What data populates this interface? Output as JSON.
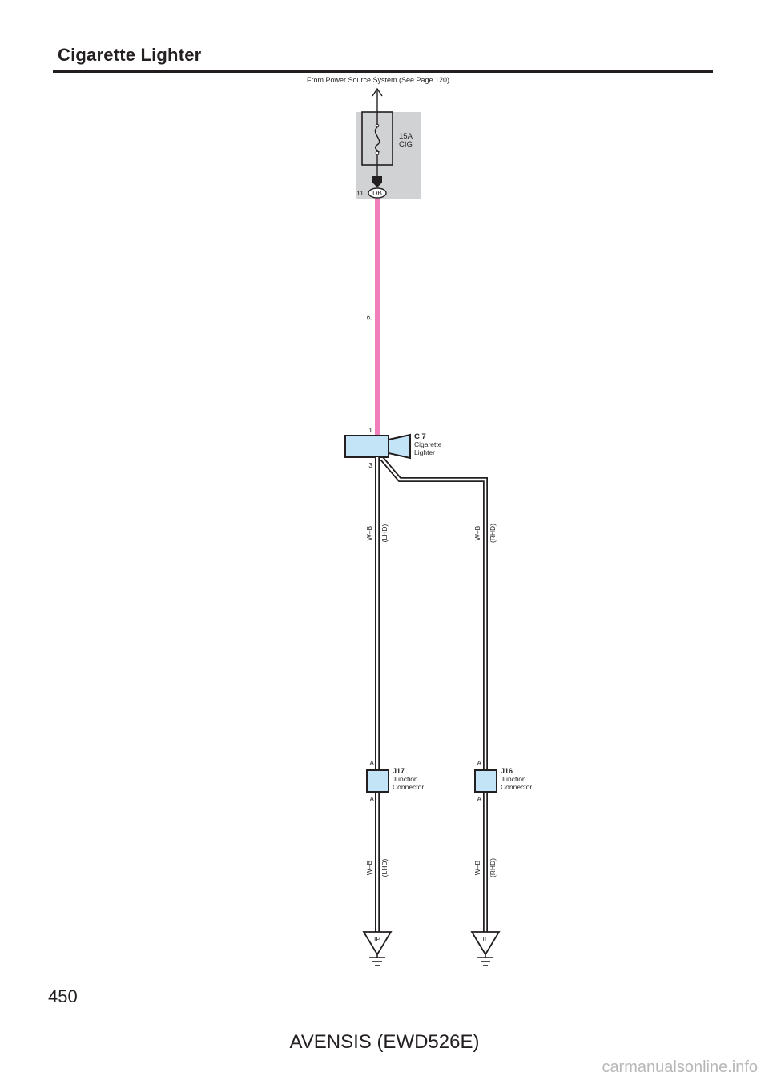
{
  "page": {
    "title": "Cigarette Lighter",
    "page_number": "450",
    "footer": "AVENSIS (EWD526E)",
    "watermark": "carmanualsonline.info"
  },
  "diagram": {
    "source_label": "From Power Source System (See Page 120)",
    "fuse": {
      "rating": "15A",
      "name": "CIG"
    },
    "fuse_connector": {
      "pin": "11",
      "code": "DB"
    },
    "wire_power": {
      "color_code": "P"
    },
    "lighter": {
      "code": "C 7",
      "name_line1": "Cigarette",
      "name_line2": "Lighter",
      "pin_in": "1",
      "pin_out": "3"
    },
    "wire_lhd_upper": {
      "color_code": "W–B",
      "variant": "(LHD)"
    },
    "wire_rhd_upper": {
      "color_code": "W–B",
      "variant": "(RHD)"
    },
    "j17": {
      "code": "J17",
      "name_line1": "Junction",
      "name_line2": "Connector",
      "pin_top": "A",
      "pin_bottom": "A"
    },
    "j16": {
      "code": "J16",
      "name_line1": "Junction",
      "name_line2": "Connector",
      "pin_top": "A",
      "pin_bottom": "A"
    },
    "wire_lhd_lower": {
      "color_code": "W–B",
      "variant": "(LHD)"
    },
    "wire_rhd_lower": {
      "color_code": "W–B",
      "variant": "(RHD)"
    },
    "ground_lhd": {
      "code": "IP"
    },
    "ground_rhd": {
      "code": "IL"
    }
  },
  "colors": {
    "ink": "#231f20",
    "wire_pink": "#ef7fba",
    "fuse_box_gray": "#d1d2d4",
    "connector_blue": "#c3e4f7"
  }
}
